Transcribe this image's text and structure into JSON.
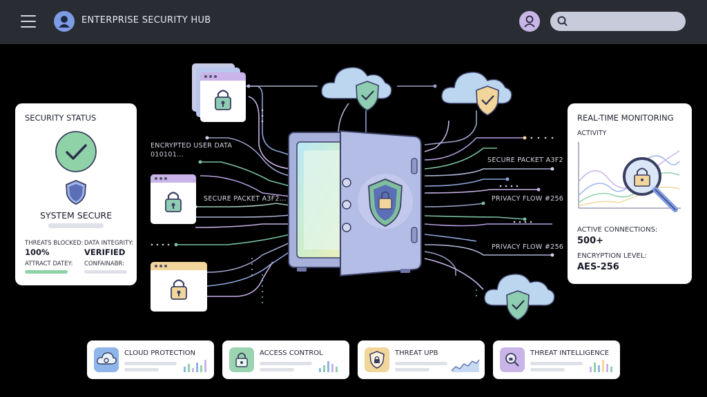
{
  "header": {
    "title": "ENTERPRISE SECURITY HUB"
  },
  "status_card": {
    "title": "SECURITY STATUS",
    "status": "SYSTEM SECURE",
    "threats_blocked_label": "THREATS BLOCKED:",
    "threats_blocked_value": "100%",
    "data_integrity_label": "DATA INTEGRITY:",
    "data_integrity_value": "VERIFIED",
    "extra_label_1": "ATTRACT DATEY:",
    "extra_label_2": "CONFAINABR:"
  },
  "monitor_card": {
    "title": "REAL-TIME MONITORING",
    "subtitle": "ACTIVITY",
    "connections_label": "ACTIVE CONNECTIONS:",
    "connections_value": "500+",
    "encryption_label": "ENCRYPTION LEVEL:",
    "encryption_value": "AES-256"
  },
  "flows": {
    "encrypted_user_data": "ENCRYPTED USER DATA",
    "binary": "010101...",
    "secure_packet_left": "SECURE PACKET A3F2...",
    "secure_packet_right": "SECURE PACKET A3F2",
    "privacy_flow_1": "PRIVACY FLOW #256",
    "privacy_flow_2": "PRIVACY FLOW #256"
  },
  "features": [
    {
      "label": "CLOUD PROTECTION",
      "icon": "cloud-icon",
      "color": "#8fb6ea"
    },
    {
      "label": "ACCESS CONTROL",
      "icon": "lock-icon",
      "color": "#9bd4b0"
    },
    {
      "label": "THREAT UPB",
      "icon": "shield-lock-icon",
      "color": "#f2d59b"
    },
    {
      "label": "THREAT INTELLIGENCE",
      "icon": "magnifier-icon",
      "color": "#c8b4e6"
    }
  ],
  "colors": {
    "header_bg": "#2a2c34",
    "accent_green": "#79c99a",
    "accent_blue": "#7e9be6",
    "accent_purple": "#c8b4e6",
    "safe_body": "#a8b1dc"
  }
}
